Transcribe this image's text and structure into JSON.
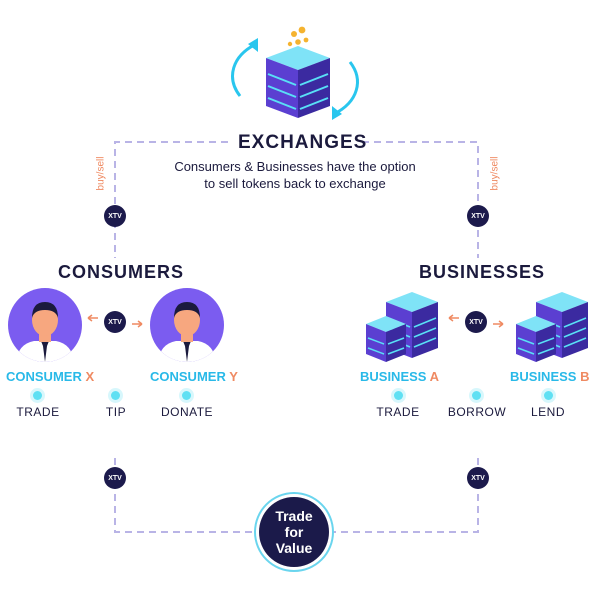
{
  "exchanges": {
    "title": "EXCHANGES",
    "description_line1": "Consumers & Businesses have the option",
    "description_line2": "to sell tokens back to exchange"
  },
  "buy_sell_left": "buy/sell",
  "buy_sell_right": "buy/sell",
  "token_label": "XTV",
  "consumers": {
    "title": "CONSUMERS",
    "consumer_x": {
      "name": "CONSUMER",
      "suffix": "X"
    },
    "consumer_y": {
      "name": "CONSUMER",
      "suffix": "Y"
    },
    "actions": [
      "TRADE",
      "TIP",
      "DONATE"
    ]
  },
  "businesses": {
    "title": "BUSINESSES",
    "business_a": {
      "name": "BUSINESS",
      "suffix": "A"
    },
    "business_b": {
      "name": "BUSINESS",
      "suffix": "B"
    },
    "actions": [
      "TRADE",
      "BORROW",
      "LEND"
    ]
  },
  "trade_for_value": {
    "line1": "Trade",
    "line2": "for",
    "line3": "Value"
  },
  "colors": {
    "navy": "#1b1a3d",
    "cyan": "#29b9e8",
    "orange": "#ef8a62",
    "purple": "#7b5cf0",
    "dashed_line": "#b9b4e6"
  }
}
